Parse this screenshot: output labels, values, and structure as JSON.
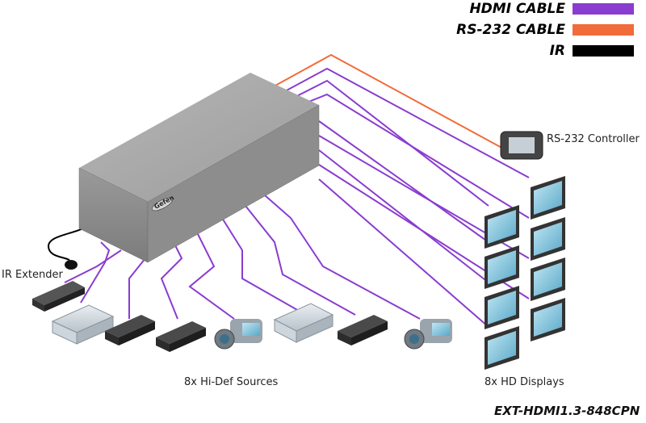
{
  "legend": {
    "hdmi": {
      "label": "HDMI CABLE",
      "color": "#8a3ccf"
    },
    "rs232": {
      "label": "RS-232 CABLE",
      "color": "#f26b3a"
    },
    "ir": {
      "label": "IR",
      "color": "#000000"
    }
  },
  "labels": {
    "controller": "RS-232 Controller",
    "ir_extender": "IR Extender",
    "sources": "8x Hi-Def Sources",
    "displays": "8x HD Displays",
    "model": "EXT-HDMI1.3-848CPN"
  },
  "device": {
    "logo": "Gefen"
  }
}
